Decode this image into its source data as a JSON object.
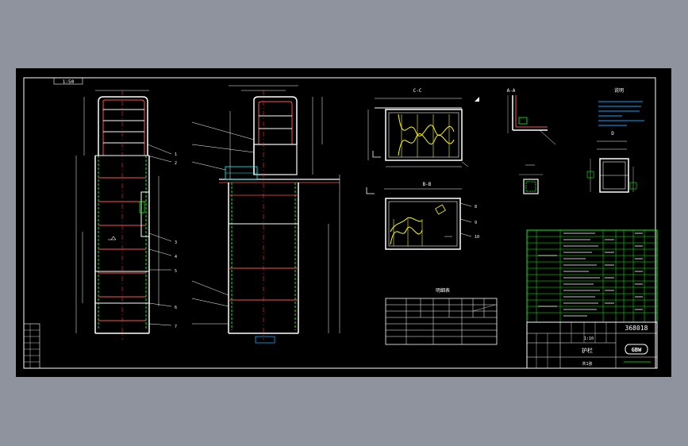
{
  "drawing": {
    "background": "#000000",
    "colors": {
      "frame": "#ffffff",
      "table": "#00ff00",
      "hidden": "#ff3030",
      "dim": "#ffff00",
      "note": "#00aaff",
      "accent": "#00ffff"
    },
    "frame_title": "1:50",
    "drawing_number": "368018",
    "logo_text": "GBW",
    "notes_heading": "说明",
    "table_heading": "明细表",
    "title_block": {
      "drawing_name": "护栏",
      "scale": "1:10",
      "sheet": "共1张"
    },
    "section_labels": [
      "A-A",
      "B-B",
      "C-C",
      "D"
    ],
    "callouts": [
      "1",
      "2",
      "3",
      "4",
      "5",
      "6",
      "7",
      "8",
      "9",
      "10"
    ]
  }
}
